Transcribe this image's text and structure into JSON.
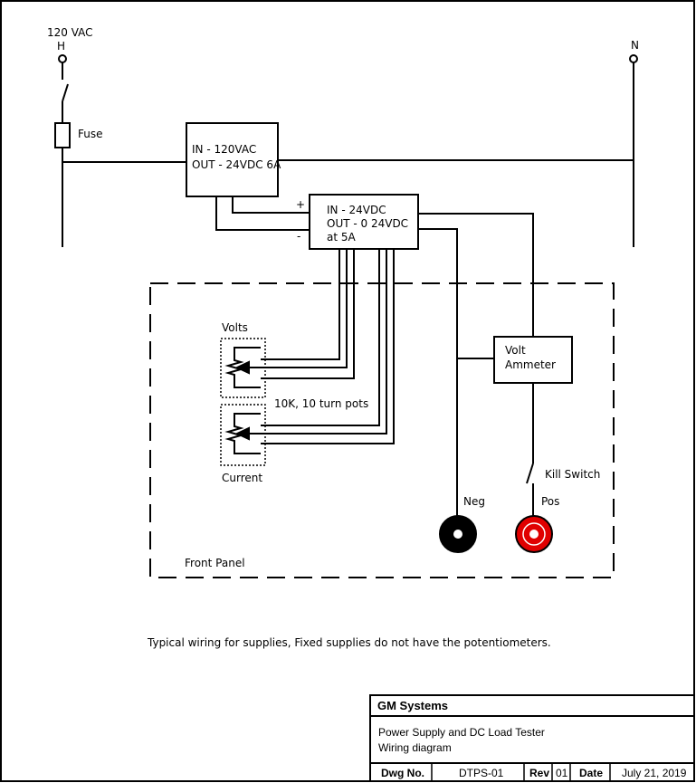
{
  "mains": {
    "voltage": "120 VAC",
    "hot": "H",
    "neutral": "N",
    "fuse": "Fuse"
  },
  "psu1": {
    "line1": "IN - 120VAC",
    "line2": "OUT - 24VDC 6A"
  },
  "psu2": {
    "line1": "IN - 24VDC",
    "line2": "OUT - 0 24VDC",
    "line3": "at 5A",
    "plus": "+",
    "minus": "-"
  },
  "pots": {
    "volts": "Volts",
    "current": "Current",
    "note": "10K, 10 turn pots"
  },
  "meter": {
    "line1": "Volt",
    "line2": "Ammeter"
  },
  "front_panel": {
    "label": "Front Panel",
    "kill_switch": "Kill Switch",
    "neg": "Neg",
    "pos": "Pos"
  },
  "colors": {
    "neg_terminal": "#000000",
    "pos_terminal": "#e00000"
  },
  "note": "Typical wiring for supplies, Fixed supplies do not have the potentiometers.",
  "title_block": {
    "company": "GM Systems",
    "title_line1": "Power Supply and DC Load Tester",
    "title_line2": "Wiring diagram",
    "dwg_label": "Dwg No.",
    "dwg_value": "DTPS-01",
    "rev_label": "Rev",
    "rev_value": "01",
    "date_label": "Date",
    "date_value": "July 21, 2019"
  }
}
